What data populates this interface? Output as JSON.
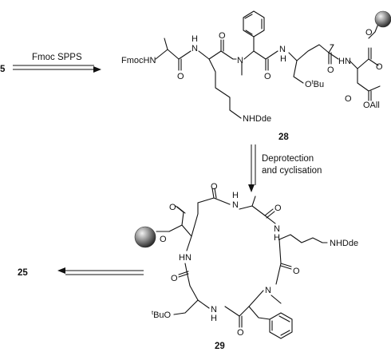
{
  "scheme": {
    "start_compound": "5",
    "step1": {
      "condition": "Fmoc SPPS"
    },
    "linear": {
      "number": "28",
      "labels": {
        "fmochn": "FmocHN",
        "nh_1": "H",
        "nh_1n": "N",
        "o_1": "O",
        "o_2": "O",
        "n_me": "N",
        "o_3": "O",
        "nh_2": "H",
        "nh_2n": "N",
        "otbu_o": "O",
        "otbu_t": "t",
        "otbu_bu": "Bu",
        "o_4": "O",
        "hn_3": "HN",
        "o_ester": "O",
        "o_5": "O",
        "o_6": "O",
        "oall": "OAll",
        "nhdde": "NHDde"
      }
    },
    "step2": {
      "line1": "Deprotection",
      "line2": "and cyclisation"
    },
    "cyclic": {
      "number": "29",
      "labels": {
        "o_ester_ring": "O",
        "o_ester_dbl": "O",
        "o_a": "O",
        "n_a": "N",
        "h_a": "H",
        "o_b": "O",
        "n_b": "N",
        "h_b": "H",
        "hn_c": "HN",
        "nhdde": "NHDde",
        "o_c": "O",
        "o_d": "O",
        "n_me": "N",
        "tbuo_t": "t",
        "tbuo_bu": "BuO",
        "n_e": "N",
        "h_e": "H",
        "o_e": "O"
      }
    },
    "product": "25"
  }
}
